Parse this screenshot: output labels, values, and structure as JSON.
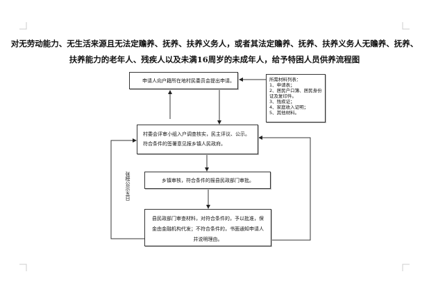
{
  "title": {
    "line1": "对无劳动能力、无生活来源且无法定赡养、抚养、扶养义务人，或者其法定赡养、抚养、扶养义务人无赡养、抚养、",
    "line2": "扶养能力的老年人、残疾人以及未满16周岁的未成年人，给予特困人员供养流程图"
  },
  "flow": {
    "step1": "申请人向户籍所在地村民委员会提出申请。",
    "materials": {
      "heading": "所需材料列表：",
      "items": [
        "1、申请表；",
        "2、居民户口簿、居民身份证及复印件。",
        "3、残疾证；",
        "4、家庭收入证明；",
        "5、其他材料。"
      ]
    },
    "step2": "村委会评审小组入户调查核实，民主评议、公示。符合条件的签署意见报乡镇人民政府。",
    "step3": "乡镇审核，符合条件的报县民政部门审批。",
    "step4": "县民政部门审查材料，对符合条件的，予以批准，保金由金融机构代发；不符合条件的，书面通知申请人并说明理由。",
    "side_label": "张榜公示五日"
  }
}
